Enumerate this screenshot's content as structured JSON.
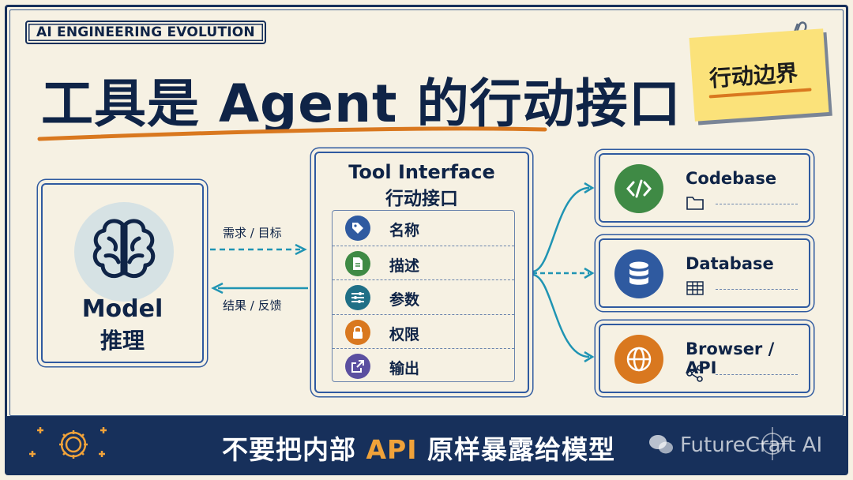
{
  "badge": "AI ENGINEERING EVOLUTION",
  "title": "工具是 Agent 的行动接口",
  "sticky_note": "行动边界",
  "model": {
    "en": "Model",
    "zh": "推理"
  },
  "arrows": {
    "request": "需求 / 目标",
    "result": "结果 / 反馈"
  },
  "tool_interface": {
    "title_en": "Tool Interface",
    "title_zh": "行动接口",
    "items": [
      {
        "label": "名称",
        "icon": "tag-icon",
        "color": "#2f5aa0"
      },
      {
        "label": "描述",
        "icon": "document-icon",
        "color": "#3f8a45"
      },
      {
        "label": "参数",
        "icon": "sliders-icon",
        "color": "#1f6f86"
      },
      {
        "label": "权限",
        "icon": "lock-icon",
        "color": "#d9781f"
      },
      {
        "label": "输出",
        "icon": "export-icon",
        "color": "#5b4fa0"
      }
    ]
  },
  "targets": [
    {
      "label": "Codebase",
      "icon": "code-icon",
      "sub_icon": "folder-icon",
      "color": "#3f8a45"
    },
    {
      "label": "Database",
      "icon": "database-icon",
      "sub_icon": "table-icon",
      "color": "#2f5aa0"
    },
    {
      "label": "Browser / API",
      "icon": "globe-icon",
      "sub_icon": "share-icon",
      "color": "#d9781f"
    }
  ],
  "footer": {
    "pre": "不要把内部 ",
    "accent": "API",
    "post": " 原样暴露给模型"
  },
  "watermark": "FutureCraft AI"
}
